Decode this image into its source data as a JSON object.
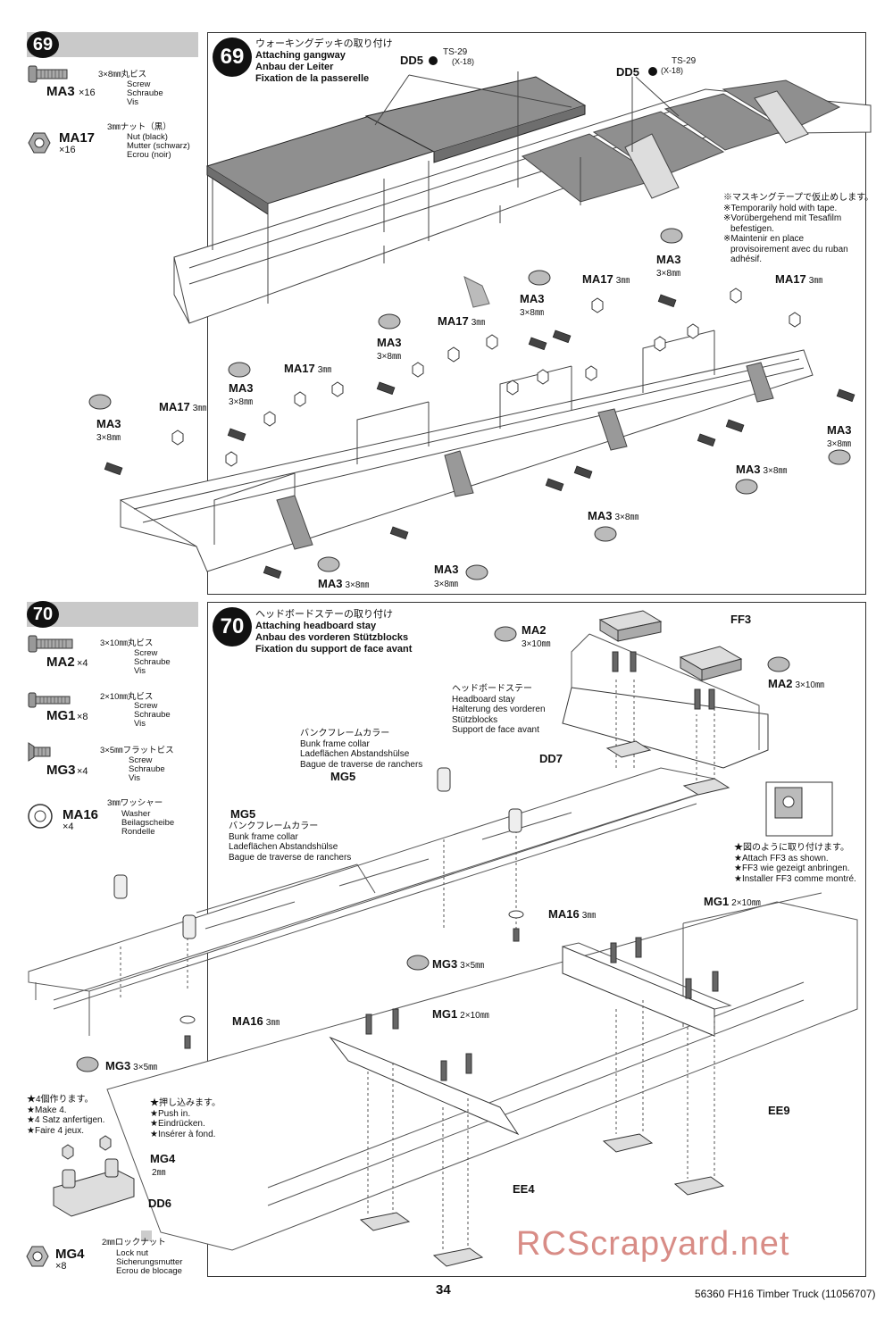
{
  "step69": {
    "number": "69",
    "title_jp": "ウォーキングデッキの取り付け",
    "title_en": "Attaching gangway",
    "title_de": "Anbau der Leiter",
    "title_fr": "Fixation de la passerelle",
    "parts": [
      {
        "code": "MA3",
        "qty": "×16",
        "size_jp": "3×8㎜丸ビス",
        "names": [
          "Screw",
          "Schraube",
          "Vis"
        ],
        "icon": "screw-icon"
      },
      {
        "code": "MA17",
        "qty": "×16",
        "size_jp": "3㎜ナット（黒）",
        "names": [
          "Nut (black)",
          "Mutter (schwarz)",
          "Ecrou (noir)"
        ],
        "icon": "hex-nut-icon"
      }
    ],
    "dd5": "DD5",
    "ts29": "TS-29",
    "x18": "(X-18)",
    "tape_note": [
      "※マスキングテープで仮止めします。",
      "※Temporarily hold with tape.",
      "※Vorübergehend mit Tesafilm",
      "befestigen.",
      "※Maintenir en place",
      "provisoirement avec du ruban",
      "adhésif."
    ],
    "ma3": "MA3",
    "ma17": "MA17",
    "size_3x8": "3×8㎜",
    "size_3mm": "3㎜"
  },
  "step70": {
    "number": "70",
    "title_jp": "ヘッドボードステーの取り付け",
    "title_en": "Attaching headboard stay",
    "title_de": "Anbau des vorderen Stützblocks",
    "title_fr": "Fixation du support de face avant",
    "parts": [
      {
        "code": "MA2",
        "qty": "×4",
        "size_jp": "3×10㎜丸ビス",
        "names": [
          "Screw",
          "Schraube",
          "Vis"
        ],
        "icon": "screw-icon"
      },
      {
        "code": "MG1",
        "qty": "×8",
        "size_jp": "2×10㎜丸ビス",
        "names": [
          "Screw",
          "Schraube",
          "Vis"
        ],
        "icon": "screw-icon"
      },
      {
        "code": "MG3",
        "qty": "×4",
        "size_jp": "3×5㎜フラットビス",
        "names": [
          "Screw",
          "Schraube",
          "Vis"
        ],
        "icon": "flat-screw-icon"
      },
      {
        "code": "MA16",
        "qty": "×4",
        "size_jp": "3㎜ワッシャー",
        "names": [
          "Washer",
          "Beilagscheibe",
          "Rondelle"
        ],
        "icon": "washer-icon"
      }
    ],
    "mg4_part": {
      "code": "MG4",
      "qty": "×8",
      "size_jp": "2㎜ロックナット",
      "names": [
        "Lock nut",
        "Sicherungsmutter",
        "Ecrou de blocage"
      ]
    },
    "headboard_stay": [
      "ヘッドボードステー",
      "Headboard stay",
      "Halterung des vorderen",
      "Stützblocks",
      "Support de face avant"
    ],
    "bunk_collar": [
      "バンクフレームカラー",
      "Bunk frame collar",
      "Ladeflächen Abstandshülse",
      "Bague de traverse de ranchers"
    ],
    "make4": [
      "★4個作ります。",
      "★Make 4.",
      "★4 Satz anfertigen.",
      "★Faire 4 jeux."
    ],
    "push_in": [
      "★押し込みます。",
      "★Push in.",
      "★Eindrücken.",
      "★Insérer à fond."
    ],
    "attach_ff3": [
      "★図のように取り付けます。",
      "★Attach FF3 as shown.",
      "★FF3 wie gezeigt anbringen.",
      "★Installer FF3 comme montré."
    ],
    "ma2": "MA2",
    "size_3x10": "3×10㎜",
    "ff3": "FF3",
    "dd7": "DD7",
    "mg5": "MG5",
    "ma16": "MA16",
    "size_3mm": "3㎜",
    "mg3": "MG3",
    "size_3x5": "3×5㎜",
    "mg1": "MG1",
    "size_2x10": "2×10㎜",
    "ee9": "EE9",
    "ee4": "EE4",
    "mg4": "MG4",
    "size_2mm": "2㎜",
    "dd6": "DD6"
  },
  "footer": {
    "page": "34",
    "model": "56360 FH16 Timber Truck (11056707)",
    "watermark": "RCScrapyard.net"
  }
}
